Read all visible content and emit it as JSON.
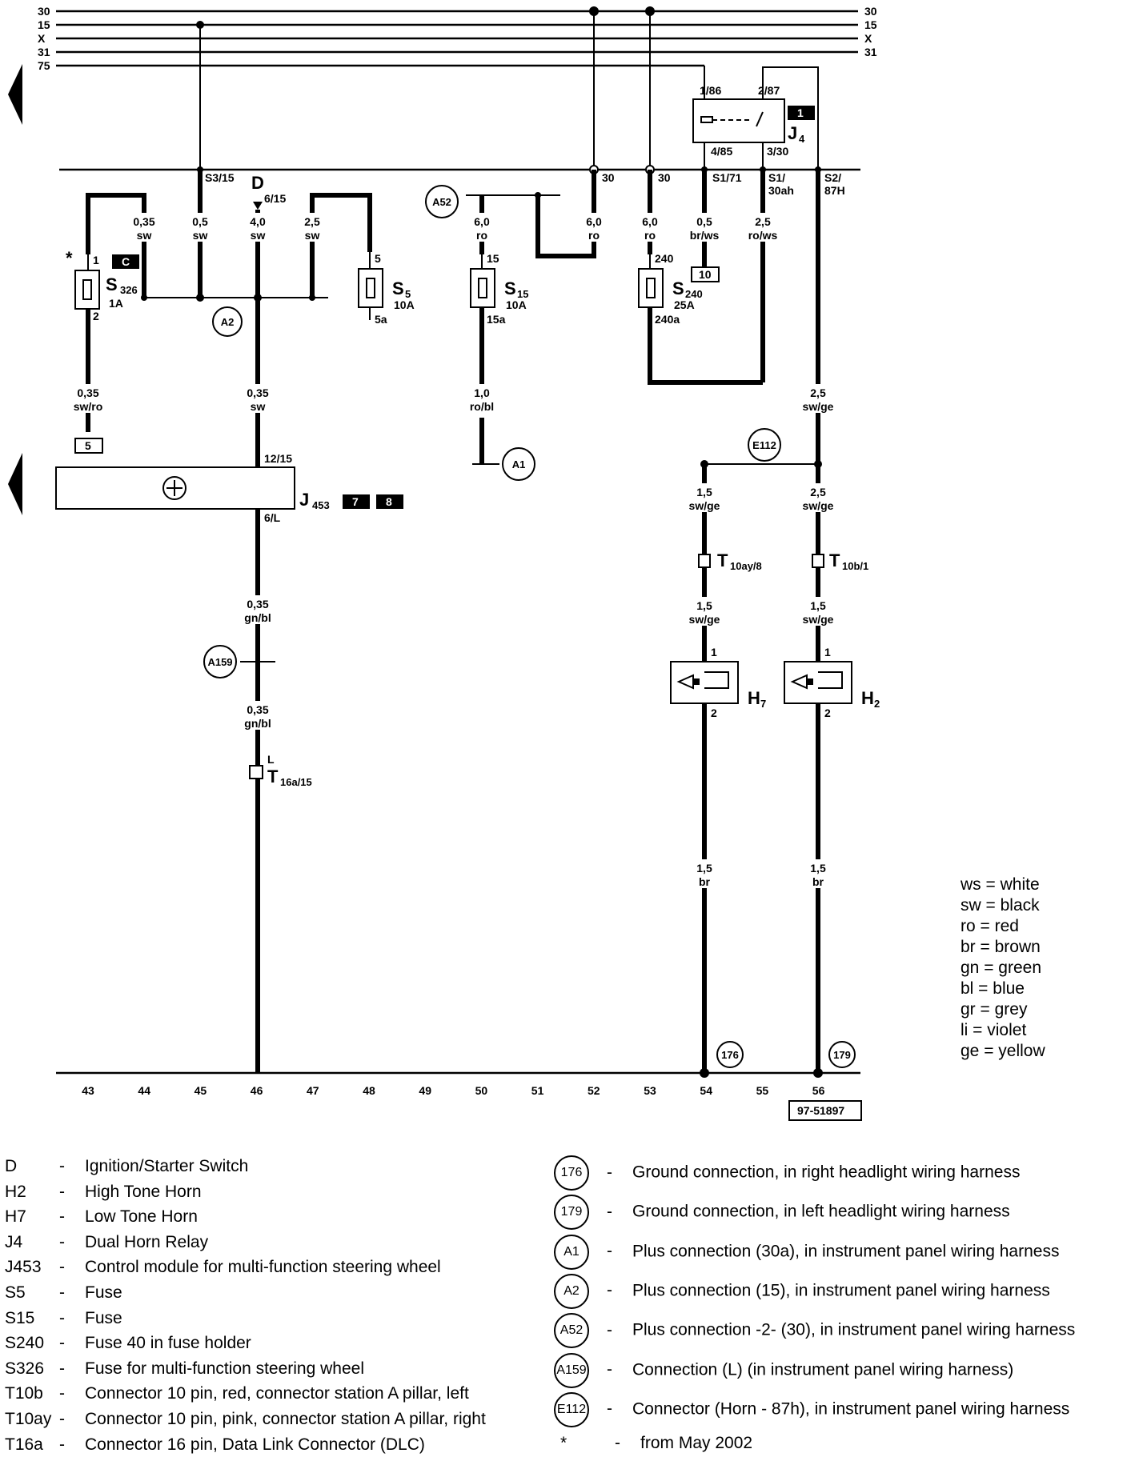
{
  "bus_labels": [
    "30",
    "15",
    "X",
    "31",
    "75"
  ],
  "bus_labels_right": [
    "30",
    "15",
    "X",
    "31"
  ],
  "column_numbers": [
    "43",
    "44",
    "45",
    "46",
    "47",
    "48",
    "49",
    "50",
    "51",
    "52",
    "53",
    "54",
    "55",
    "56"
  ],
  "diagram_code": "97-51897",
  "wires": [
    {
      "id": "w44",
      "size": "0,35",
      "color": "sw"
    },
    {
      "id": "w45",
      "size": "0,5",
      "color": "sw"
    },
    {
      "id": "w46a",
      "size": "4,0",
      "color": "sw"
    },
    {
      "id": "w47",
      "size": "2,5",
      "color": "sw"
    },
    {
      "id": "w50a",
      "size": "6,0",
      "color": "ro"
    },
    {
      "id": "w52",
      "size": "6,0",
      "color": "ro"
    },
    {
      "id": "w53",
      "size": "6,0",
      "color": "ro"
    },
    {
      "id": "w54a",
      "size": "0,5",
      "color": "br/ws"
    },
    {
      "id": "w55a",
      "size": "2,5",
      "color": "ro/ws"
    },
    {
      "id": "w43b",
      "size": "0,35",
      "color": "sw/ro"
    },
    {
      "id": "w46b",
      "size": "0,35",
      "color": "sw"
    },
    {
      "id": "w50b",
      "size": "1,0",
      "color": "ro/bl"
    },
    {
      "id": "w56a",
      "size": "2,5",
      "color": "sw/ge"
    },
    {
      "id": "w54b",
      "size": "1,5",
      "color": "sw/ge"
    },
    {
      "id": "w56b",
      "size": "2,5",
      "color": "sw/ge"
    },
    {
      "id": "w46c",
      "size": "0,35",
      "color": "gn/bl"
    },
    {
      "id": "w46d",
      "size": "0,35",
      "color": "gn/bl"
    },
    {
      "id": "w54c",
      "size": "1,5",
      "color": "sw/ge"
    },
    {
      "id": "w56c",
      "size": "1,5",
      "color": "sw/ge"
    },
    {
      "id": "w54d",
      "size": "1,5",
      "color": "br"
    },
    {
      "id": "w56d",
      "size": "1,5",
      "color": "br"
    }
  ],
  "components": {
    "D": {
      "name": "D",
      "pin": "6/15"
    },
    "J4": {
      "name": "J",
      "sub": "4",
      "box": "1",
      "pins": [
        "1/86",
        "2/87",
        "4/85",
        "3/30"
      ]
    },
    "J453": {
      "name": "J",
      "sub": "453",
      "refs": [
        "7",
        "8"
      ],
      "pins": [
        "12/15",
        "6/L"
      ]
    },
    "S326": {
      "name": "S",
      "sub": "326",
      "rating": "1A",
      "pins": [
        "1",
        "2"
      ],
      "ref": "C",
      "note": "*"
    },
    "S5": {
      "name": "S",
      "sub": "5",
      "rating": "10A",
      "pins": [
        "5",
        "5a"
      ]
    },
    "S15": {
      "name": "S",
      "sub": "15",
      "rating": "10A",
      "pins": [
        "15",
        "15a"
      ]
    },
    "S240": {
      "name": "S",
      "sub": "240",
      "rating": "25A",
      "pins": [
        "240",
        "240a"
      ]
    },
    "H7": {
      "name": "H",
      "sub": "7",
      "pins": [
        "1",
        "2"
      ]
    },
    "H2": {
      "name": "H",
      "sub": "2",
      "pins": [
        "1",
        "2"
      ]
    },
    "T10ay": {
      "name": "T",
      "sub": "10ay/8"
    },
    "T10b": {
      "name": "T",
      "sub": "10b/1"
    },
    "T16a": {
      "name": "T",
      "sub": "16a/15",
      "pin": "L"
    }
  },
  "junction_labels": [
    "A2",
    "A52",
    "A1",
    "E112",
    "A159",
    "176",
    "179"
  ],
  "terminal_labels": {
    "s3": "S3/15",
    "t30a": "30",
    "t30b": "30",
    "s1_71": "S1/71",
    "s1_30": "S1/",
    "s1_30b": "30ah",
    "s2": "S2/",
    "s2b": "87H"
  },
  "refbox_5": "5",
  "refbox_10": "10",
  "color_legend": [
    "ws = white",
    "sw = black",
    "ro  = red",
    "br  = brown",
    "gn  = green",
    "bl  = blue",
    "gr  = grey",
    "li   = violet",
    "ge  = yellow"
  ],
  "key_left": [
    {
      "code": "D",
      "desc": "Ignition/Starter Switch"
    },
    {
      "code": "H2",
      "desc": "High Tone Horn"
    },
    {
      "code": "H7",
      "desc": "Low Tone Horn"
    },
    {
      "code": "J4",
      "desc": "Dual Horn Relay"
    },
    {
      "code": "J453",
      "desc": "Control module for multi-function steering wheel"
    },
    {
      "code": "S5",
      "desc": "Fuse"
    },
    {
      "code": "S15",
      "desc": "Fuse"
    },
    {
      "code": "S240",
      "desc": "Fuse 40 in fuse holder"
    },
    {
      "code": "S326",
      "desc": "Fuse for multi-function steering wheel"
    },
    {
      "code": "T10b",
      "desc": "Connector 10 pin, red, connector station A pillar, left"
    },
    {
      "code": "T10ay",
      "desc": "Connector 10 pin, pink, connector station A pillar, right"
    },
    {
      "code": "T16a",
      "desc": "Connector 16 pin, Data Link Connector (DLC)"
    }
  ],
  "key_right": [
    {
      "code": "176",
      "desc": "Ground connection, in right headlight wiring harness"
    },
    {
      "code": "179",
      "desc": "Ground connection, in left headlight wiring harness"
    },
    {
      "code": "A1",
      "desc": "Plus connection (30a), in instrument panel wiring harness"
    },
    {
      "code": "A2",
      "desc": "Plus connection (15), in instrument panel wiring harness"
    },
    {
      "code": "A52",
      "desc": "Plus connection -2- (30), in instrument panel wiring harness"
    },
    {
      "code": "A159",
      "desc": "Connection (L) (in instrument panel wiring harness)"
    },
    {
      "code": "E112",
      "desc": "Connector (Horn - 87h), in instrument panel wiring harness"
    },
    {
      "code": "*",
      "desc": "from May 2002"
    }
  ]
}
